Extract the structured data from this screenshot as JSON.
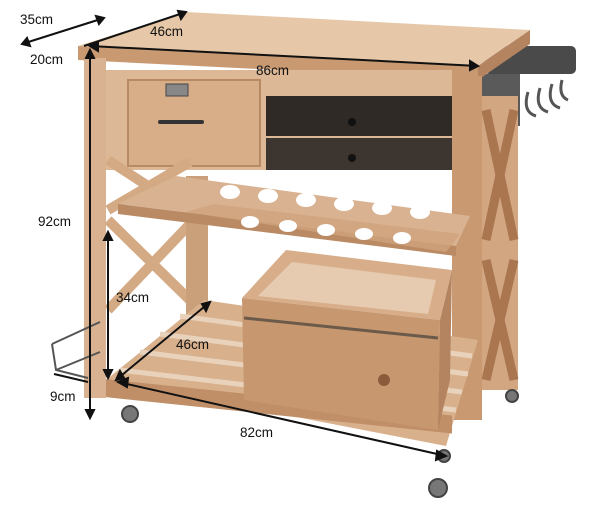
{
  "image": {
    "subject": "wooden kitchen trolley with drawers, wine rack, crate and dimension annotations"
  },
  "dimensions": {
    "top_depth": "35cm",
    "side_offset": "20cm",
    "top_width_depth": "46cm",
    "total_width": "86cm",
    "total_height": "92cm",
    "shelf_height": "34cm",
    "shelf_depth": "46cm",
    "rack_height": "9cm",
    "base_width": "82cm"
  },
  "colors": {
    "wood_light": "#dcb896",
    "wood_mid": "#c99a72",
    "wood_dark": "#a97650",
    "drawer_dark": "#3a332d",
    "metal": "#555555",
    "line": "#111111"
  }
}
